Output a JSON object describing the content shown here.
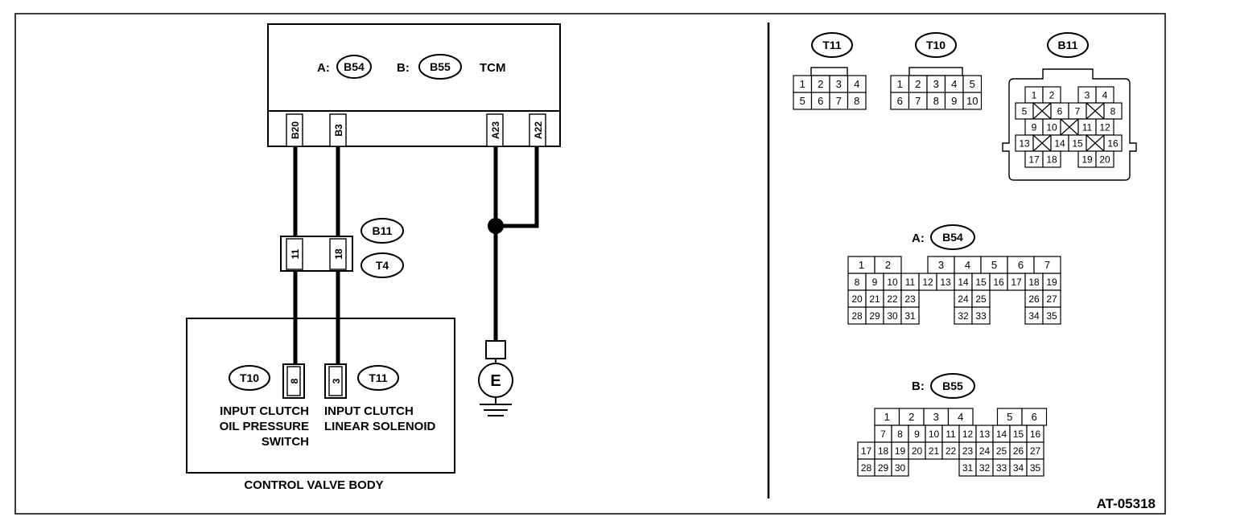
{
  "tcm": {
    "a_prefix": "A:",
    "a_connector": "B54",
    "b_prefix": "B:",
    "b_connector": "B55",
    "title": "TCM",
    "pins": [
      "B20",
      "B3",
      "A23",
      "A22"
    ]
  },
  "junction": {
    "connector_top": "B11",
    "connector_bottom": "T4",
    "pins": [
      "11",
      "18"
    ]
  },
  "control_valve_body": {
    "title": "CONTROL VALVE BODY",
    "switch": {
      "connector": "T10",
      "pin": "8",
      "label_lines": [
        "INPUT CLUTCH",
        "OIL PRESSURE",
        "SWITCH"
      ]
    },
    "solenoid": {
      "connector": "T11",
      "pin": "3",
      "label_lines": [
        "INPUT CLUTCH",
        "LINEAR SOLENOID"
      ]
    }
  },
  "ground": {
    "label": "E"
  },
  "connector_views": {
    "t11": {
      "name": "T11",
      "rows": [
        [
          "1",
          "2",
          "3",
          "4"
        ],
        [
          "5",
          "6",
          "7",
          "8"
        ]
      ]
    },
    "t10": {
      "name": "T10",
      "rows": [
        [
          "1",
          "2",
          "3",
          "4",
          "5"
        ],
        [
          "6",
          "7",
          "8",
          "9",
          "10"
        ]
      ]
    },
    "b11": {
      "name": "B11",
      "rows": [
        [
          "1",
          "2",
          "",
          "3",
          "4"
        ],
        [
          "5",
          "",
          "6",
          "7",
          "",
          "8"
        ],
        [
          "9",
          "10",
          "",
          "11",
          "12"
        ],
        [
          "13",
          "",
          "14",
          "15",
          "",
          "16"
        ],
        [
          "17",
          "18",
          "",
          "19",
          "20"
        ]
      ]
    },
    "b54": {
      "prefix": "A:",
      "name": "B54",
      "top_row": [
        "1",
        "2",
        "",
        "3",
        "4",
        "5",
        "6",
        "7"
      ],
      "row2": [
        "8",
        "9",
        "10",
        "11",
        "12",
        "13",
        "14",
        "15",
        "16",
        "17",
        "18",
        "19"
      ],
      "row3": [
        "20",
        "21",
        "22",
        "23",
        "",
        "",
        "24",
        "25",
        "",
        "",
        "26",
        "27"
      ],
      "row4": [
        "28",
        "29",
        "30",
        "31",
        "",
        "",
        "32",
        "33",
        "",
        "",
        "34",
        "35"
      ]
    },
    "b55": {
      "prefix": "B:",
      "name": "B55",
      "top_row": [
        "1",
        "2",
        "3",
        "4",
        "",
        "5",
        "6"
      ],
      "row2": [
        "7",
        "8",
        "9",
        "10",
        "11",
        "12",
        "13",
        "14",
        "15",
        "16"
      ],
      "row3": [
        "17",
        "18",
        "19",
        "20",
        "21",
        "22",
        "23",
        "24",
        "25",
        "26",
        "27"
      ],
      "row4": [
        "28",
        "29",
        "30",
        "",
        "",
        "",
        "31",
        "32",
        "33",
        "34",
        "35"
      ]
    }
  },
  "figure_code": "AT-05318"
}
